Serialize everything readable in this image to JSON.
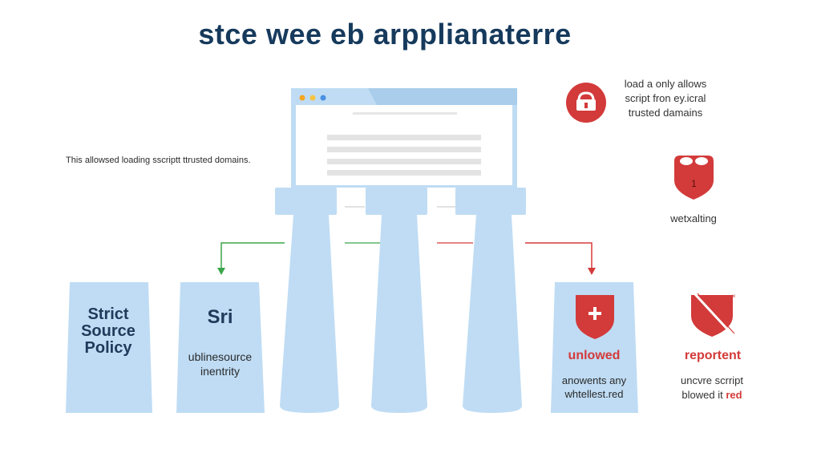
{
  "title": "stce wee eb arpplianaterre",
  "left_note": "This allowsed loading sscriptt ttrusted domains.",
  "cards": {
    "strict": {
      "line1": "Strict",
      "line2": "Source",
      "line3": "Policy"
    },
    "sri": {
      "title": "Sri",
      "sub1": "ublinesource",
      "sub2": "inentrity"
    },
    "unlowed": {
      "label": "unlowed",
      "sub1": "anowents any",
      "sub2": "whtellest.red"
    }
  },
  "right": {
    "top_note": {
      "line1": "load a only allows",
      "line2": "script fron ey.icral",
      "line3": "trusted damains"
    },
    "shield_badge": "1",
    "waiting": "wetxalting",
    "report": {
      "label": "reportent",
      "sub1": "uncvre scrript",
      "sub2_prefix": "blowed it ",
      "sub2_red": "red"
    }
  },
  "colors": {
    "title": "#163a5c",
    "pillar": "#bfdcf4",
    "accent_red": "#d33a3a",
    "accent_green": "#3aa64a",
    "connector_gray": "#c5c5c5"
  },
  "icons": {
    "lock": "lock-icon",
    "shield_top": "shield-number-icon",
    "shield_plus": "shield-plus-icon",
    "shield_slash": "shield-slash-icon"
  }
}
